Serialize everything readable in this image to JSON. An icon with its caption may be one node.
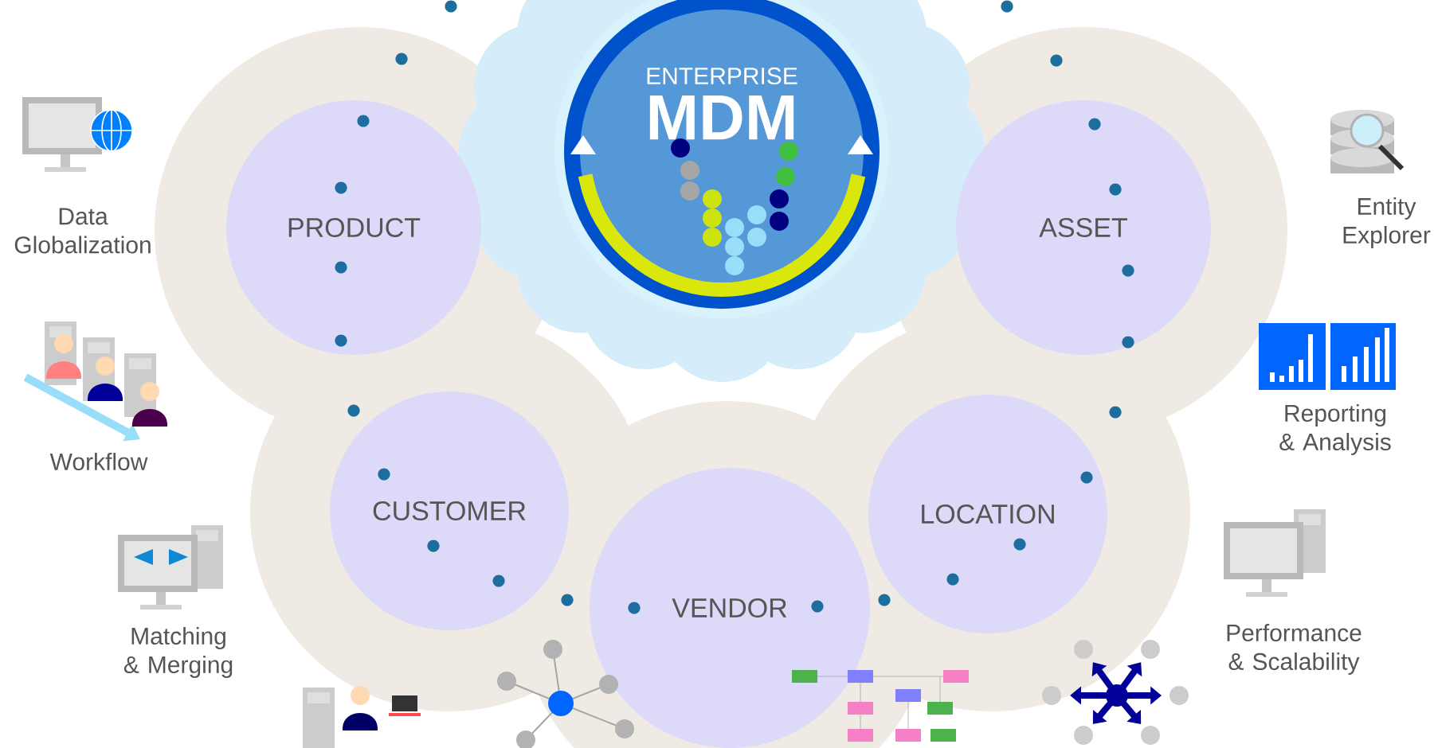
{
  "diagram": {
    "nodes": [
      {
        "text": [
          "ENTERPRISE",
          "MDM"
        ]
      },
      {
        "text": [
          "PRODUCT"
        ]
      },
      {
        "text": [
          "ASSET"
        ]
      },
      {
        "text": [
          "CUSTOMER"
        ]
      },
      {
        "text": [
          "LOCATION"
        ]
      },
      {
        "text": [
          "VENDOR"
        ]
      }
    ],
    "labels": [
      "Data Globalization",
      "Entity Explorer",
      "Workflow",
      "Reporting & Analysis",
      "Matching & Merging",
      "Performance & Scalability"
    ]
  }
}
